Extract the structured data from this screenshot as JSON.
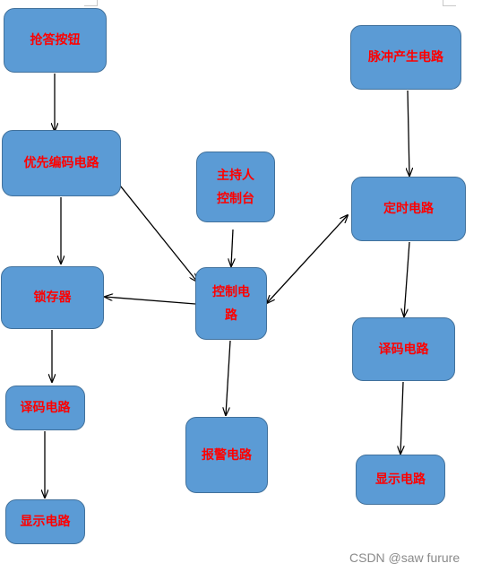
{
  "nodes": {
    "qiangda": "抢答按钮",
    "youxian": "优先编码电路",
    "suocun": "锁存器",
    "yima_left": "译码电路",
    "xianshi_left": "显示电路",
    "zhuchi_line1": "主持人",
    "zhuchi_line2": "控制台",
    "kongzhi_line1": "控制电",
    "kongzhi_line2": "路",
    "baojing": "报警电路",
    "maichong": "脉冲产生电路",
    "dingshi": "定时电路",
    "yima_right": "译码电路",
    "xianshi_right": "显示电路"
  },
  "colors": {
    "node_fill": "#5b9bd5",
    "node_border": "#41719c",
    "node_text": "#ff0000",
    "arrow": "#000000"
  },
  "watermark": "CSDN @saw furure"
}
